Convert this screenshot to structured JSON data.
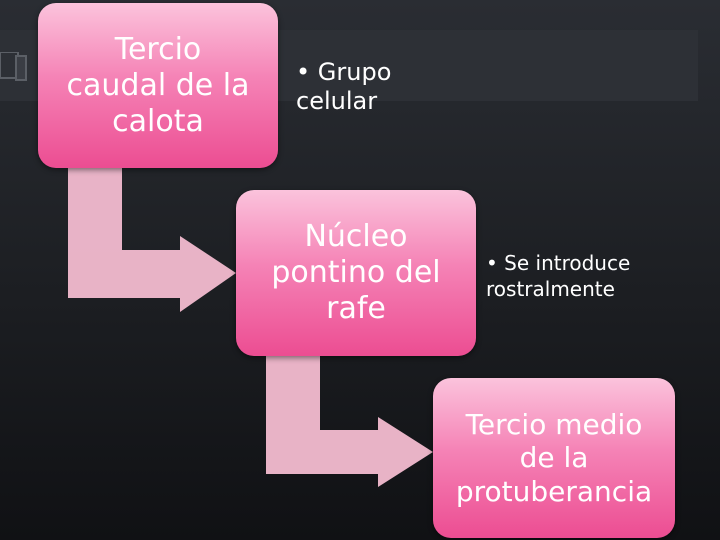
{
  "boxes": {
    "box1": "Tercio\ncaudal de la\ncalota",
    "box2": "Núcleo\npontino del\nrafe",
    "box3": "Tercio medio\nde la\nprotuberancia"
  },
  "notes": {
    "note1": "• Grupo\n   celular",
    "note2": "• Se introduce\n   rostralmente"
  },
  "colors": {
    "box_top": "#fbc3dc",
    "box_bottom": "#ec4d92",
    "arrow": "#f3bcd0",
    "background": "#1c1e22"
  }
}
